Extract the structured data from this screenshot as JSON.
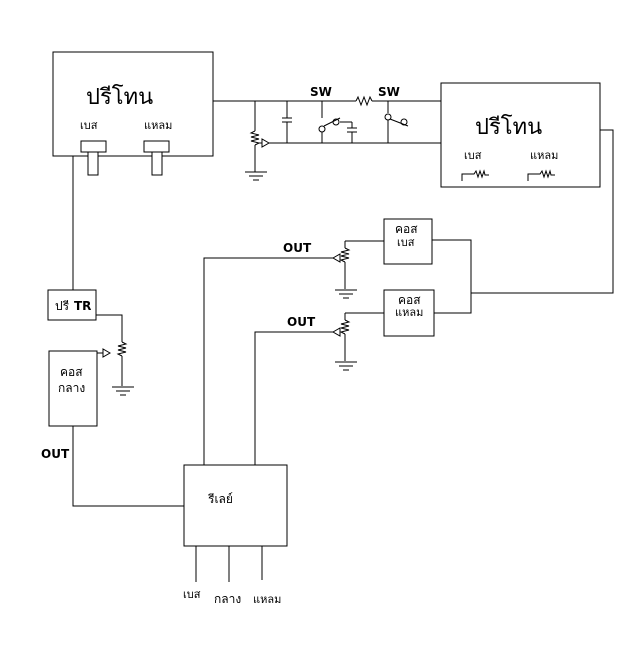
{
  "preamp_left": {
    "title": "ปรีโทน",
    "bass": "เบส",
    "treble": "แหลม"
  },
  "preamp_right": {
    "title": "ปรีโทน",
    "bass": "เบส",
    "treble": "แหลม"
  },
  "switches": {
    "sw1": "SW",
    "sw2": "SW"
  },
  "pre_tr": {
    "prefix": "ปรี",
    "suffix": "TR"
  },
  "cross_bass": {
    "line1": "คอส",
    "line2": "เบส"
  },
  "cross_treble": {
    "line1": "คอส",
    "line2": "แหลม"
  },
  "cross_mid": {
    "line1": "คอส",
    "line2": "กลาง"
  },
  "outputs": {
    "out_top": "OUT",
    "out_middle": "OUT",
    "out_left": "OUT"
  },
  "relay": {
    "title": "รีเลย์",
    "bass": "เบส",
    "mid": "กลาง",
    "treble": "แหลม"
  }
}
